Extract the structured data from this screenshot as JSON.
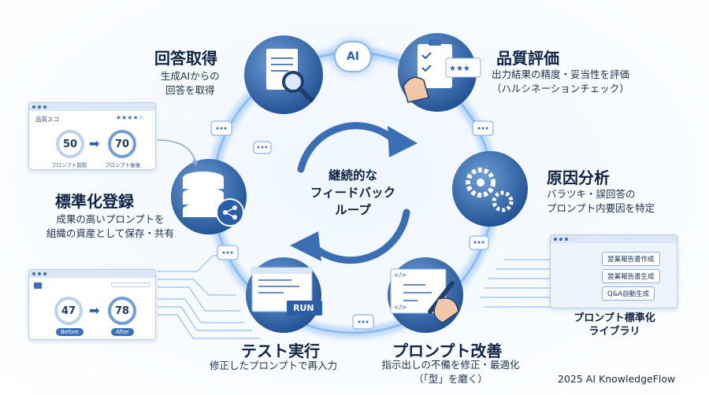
{
  "center": {
    "line1": "継続的な",
    "line2": "フィードバック",
    "line3": "ループ"
  },
  "ai_badge": "AI",
  "steps": {
    "answer": {
      "title": "回答取得",
      "desc1": "生成AIからの",
      "desc2": "回答を取得"
    },
    "quality": {
      "title": "品質評価",
      "desc1": "出力結果の精度・妥当性を評価",
      "desc2": "（ハルシネーションチェック）"
    },
    "cause": {
      "title": "原因分析",
      "desc1": "バラツキ・誤回答の",
      "desc2": "プロンプト内要因を特定"
    },
    "improve": {
      "title": "プロンプト改善",
      "desc1": "指示出しの不備を修正・最適化",
      "desc2": "（「型」を磨く）"
    },
    "test": {
      "title": "テスト実行",
      "desc1": "修正したプロンプトで再入力"
    },
    "register": {
      "title": "標準化登録",
      "desc1": "成果の高いプロンプトを",
      "desc2": "組織の資産として保存・共有"
    }
  },
  "score_card": {
    "label": "品質スコ",
    "stars": "★★★★☆",
    "before_value": "50",
    "after_value": "70",
    "before_label": "プロンプト前前",
    "after_label": "プロンプト後後"
  },
  "before_after_card": {
    "before_value": "47",
    "after_value": "78",
    "before_label": "Before",
    "after_label": "After"
  },
  "library": {
    "items": [
      "営業報告書作成",
      "営業報告書生成",
      "Q&A自動生成"
    ],
    "title1": "プロンプト標準化",
    "title2": "ライブラリ"
  },
  "run_label": "RUN",
  "code_tag1": "</>",
  "code_tag2": "</>",
  "footer": "2025 AI KnowledgeFlow",
  "colors": {
    "primary": "#2a5fa8",
    "accent": "#5aa2ee",
    "dark_text": "#0f2344"
  }
}
